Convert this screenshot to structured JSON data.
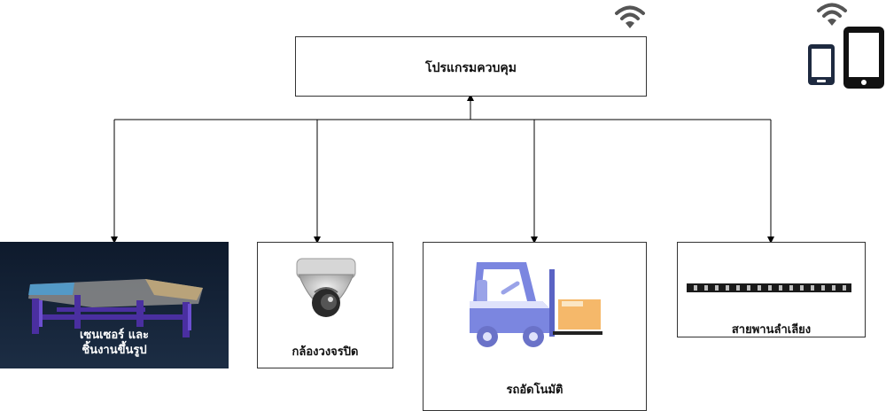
{
  "control_program": {
    "label": "โปรแกรมควบคุม"
  },
  "devices": {
    "sensor": {
      "line1": "เซนเซอร์ และ",
      "line2": "ชิ้นงานขึ้นรูป"
    },
    "cctv": {
      "label": "กล้องวงจรปิด"
    },
    "agv": {
      "label": "รถอัดโนมัติ"
    },
    "conveyor": {
      "label": "สายพานลำเลียง"
    }
  },
  "icons": [
    "wifi-icon",
    "phone-icon",
    "tablet-icon",
    "camera-icon",
    "forklift-icon",
    "conveyor-icon"
  ],
  "colors": {
    "line": "#000000",
    "wifi": "#555555",
    "forklift_body": "#7b86e0",
    "box": "#f5b86a",
    "sensor_bg": "#15233a"
  }
}
